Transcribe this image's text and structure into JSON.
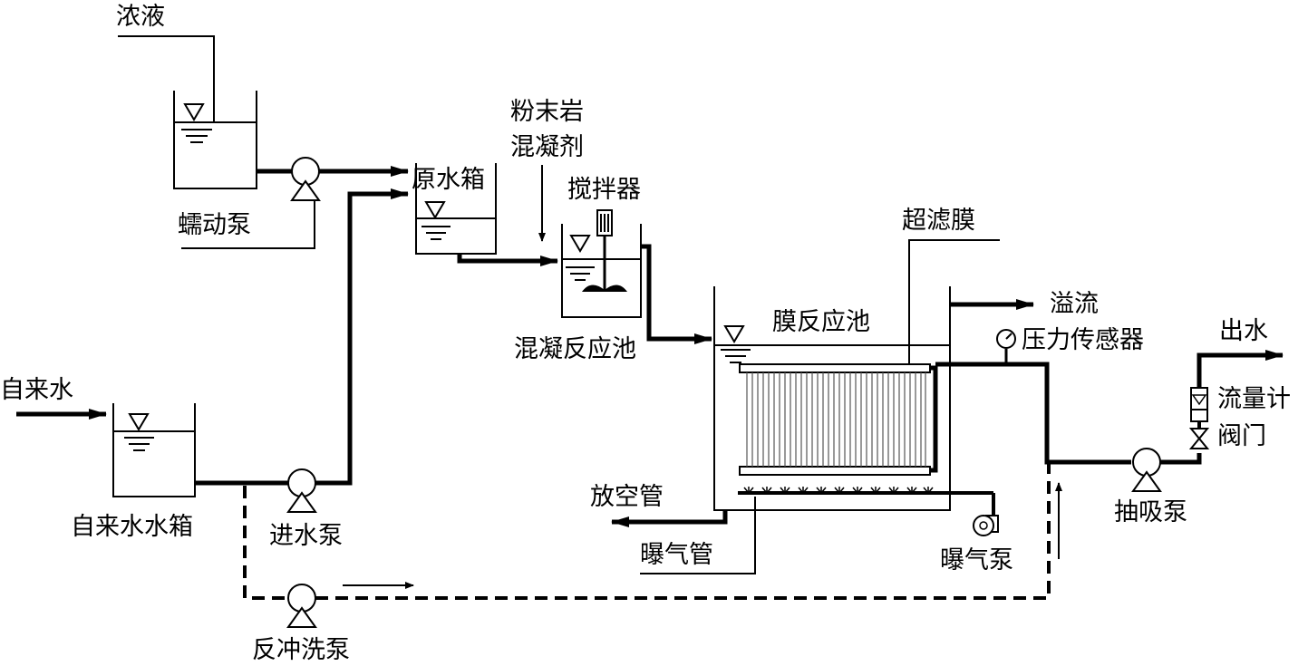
{
  "labels": {
    "concentrate": "浓液",
    "peristaltic_pump": "蠕动泵",
    "raw_water_tank": "原水箱",
    "coagulant_line1": "粉末岩",
    "coagulant_line2": "混凝剂",
    "mixer": "搅拌器",
    "coagulation_tank": "混凝反应池",
    "uf_membrane": "超滤膜",
    "membrane_tank": "膜反应池",
    "overflow": "溢流",
    "pressure_sensor": "压力传感器",
    "effluent": "出水",
    "flowmeter": "流量计",
    "valve": "阀门",
    "suction_pump": "抽吸泵",
    "tap_water": "自来水",
    "tap_water_tank": "自来水水箱",
    "feed_pump": "进水泵",
    "drain_pipe": "放空管",
    "aeration_pipe": "曝气管",
    "aeration_pump": "曝气泵",
    "backwash_pump": "反冲洗泵"
  }
}
